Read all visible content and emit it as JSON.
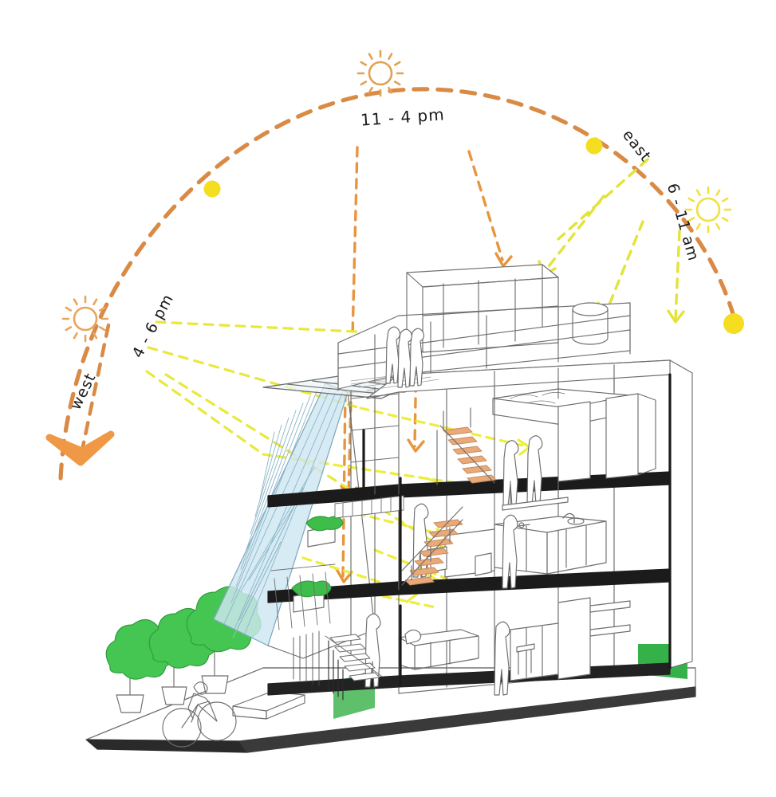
{
  "diagram": {
    "title": "Solar path analysis building section",
    "type": "architectural-section-isometric"
  },
  "annotations": {
    "midday_label": "11 - 4 pm",
    "east_label": "east",
    "morning_label": "6 - 11 am",
    "west_label": "west",
    "evening_label": "4 - 6 pm"
  },
  "icons": {
    "sun_midday": "sun-icon",
    "sun_west": "sun-icon",
    "sun_east": "sun-icon",
    "sun_marker_west": "sun-dot-icon",
    "sun_marker_east": "sun-dot-icon",
    "sun_marker_end": "sun-dot-icon",
    "west_arrow": "direction-arrow-icon"
  },
  "colors": {
    "sun_arc": "#d98a45",
    "sun_glyph_warm": "#e0a253",
    "sun_glyph_bright": "#f2e03c",
    "sun_dot": "#f5dd20",
    "ray_morning": "#e8e83c",
    "ray_midday": "#e8953e",
    "ray_interior": "#f0f03a",
    "glass": "#cfe7f2",
    "planting": "#3fbd4a",
    "slab_poche": "#1b1b1b",
    "line": "#6e6e6e",
    "stair_wood": "#e9a978",
    "ground_green": "#35b14a",
    "text": "#1a1a1a"
  },
  "scene": {
    "levels": [
      "roof-terrace",
      "upper-floor",
      "middle-floor",
      "ground-floor"
    ],
    "elements": [
      "glazed-sloped-curtain-wall",
      "roof-pergola",
      "water-tank",
      "interior-staircase",
      "kitchen",
      "living-room",
      "planter-boxes",
      "street-trees",
      "cyclist",
      "entry-steps",
      "rear-garden"
    ],
    "figure_count": 10,
    "tree_count": 3
  }
}
